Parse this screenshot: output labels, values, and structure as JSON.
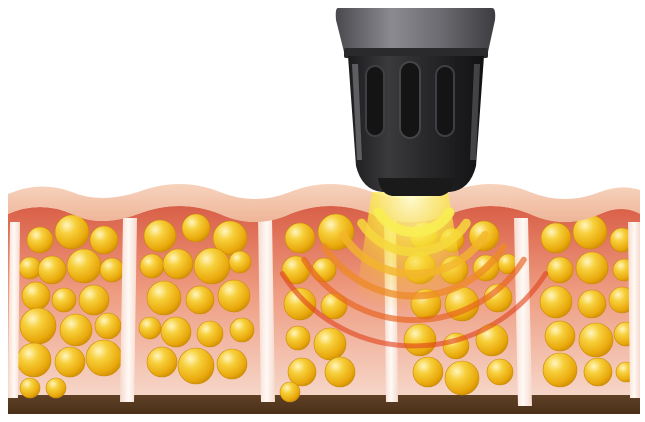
{
  "figure": {
    "subject": "shockwave-applicator-on-cellulite-tissue",
    "layers": [
      "skin",
      "dermis",
      "fat-lobules",
      "septa",
      "muscle-base"
    ],
    "icons": [
      "applicator-handpiece-icon",
      "pressure-wave-icon"
    ]
  },
  "colors": {
    "background": "#ffffff",
    "skin": "#f2c2a6",
    "dermis": "#de6f57",
    "fat_cell": "#f0b814",
    "fat_highlight": "#fff3b0",
    "septa": "#fbe7df",
    "base": "#5b3d23",
    "applicator_body": "#2c2c2e",
    "applicator_cap": "#6e6e72",
    "wave_inner": "#f7e83a",
    "wave_outer": "#e0441c"
  },
  "tissue": {
    "column_count": 5,
    "wave_rings": 6
  }
}
